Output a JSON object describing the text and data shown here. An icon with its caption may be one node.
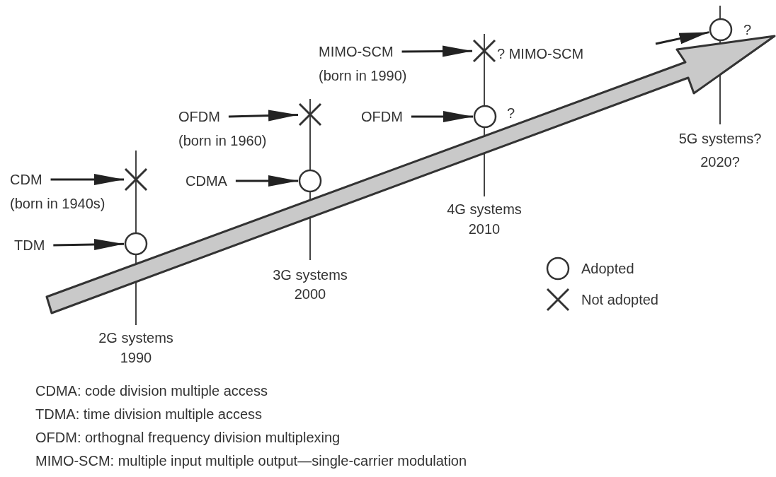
{
  "diagram": {
    "nodes": [
      {
        "text": [
          "TDM"
        ]
      },
      {
        "text": [],
        "shape": "circle"
      },
      {
        "text": [
          "CDM",
          "(born in 1940s)"
        ]
      },
      {
        "text": [],
        "shape": "cross"
      },
      {
        "text": [
          "CDMA"
        ]
      },
      {
        "text": [],
        "shape": "circle"
      },
      {
        "text": [
          "OFDM",
          "(born in 1960)"
        ]
      },
      {
        "text": [],
        "shape": "cross"
      },
      {
        "text": [
          "OFDM"
        ]
      },
      {
        "text": [],
        "shape": "circle",
        "beside": [
          "?"
        ]
      },
      {
        "text": [
          "MIMO-SCM",
          "(born in 1990)"
        ]
      },
      {
        "text": [],
        "shape": "cross",
        "beside": [
          "? MIMO-SCM"
        ]
      },
      {
        "text": [],
        "shape": "circle",
        "beside": [
          "?"
        ]
      }
    ],
    "edges": [
      {
        "from": 0,
        "to": 1,
        "arrow": "to"
      },
      {
        "from": 2,
        "to": 3,
        "arrow": "to"
      },
      {
        "from": 4,
        "to": 5,
        "arrow": "to"
      },
      {
        "from": 6,
        "to": 7,
        "arrow": "to"
      },
      {
        "from": 8,
        "to": 9,
        "arrow": "to"
      },
      {
        "from": 10,
        "to": 11,
        "arrow": "to"
      },
      {
        "from": null,
        "to": 12,
        "arrow": "to"
      }
    ],
    "labels": [
      "2G systems",
      "1990",
      "3G systems",
      "2000",
      "4G systems",
      "2010",
      "5G systems?",
      "2020?",
      "CDMA: code division multiple access",
      "TDMA: time division multiple access",
      "OFDM: orthognal frequency division multiplexing",
      "MIMO-SCM: multiple input multiple output—single-carrier modulation"
    ],
    "legend": [
      {
        "text": "Adopted"
      },
      {
        "text": "Not adopted"
      }
    ]
  }
}
